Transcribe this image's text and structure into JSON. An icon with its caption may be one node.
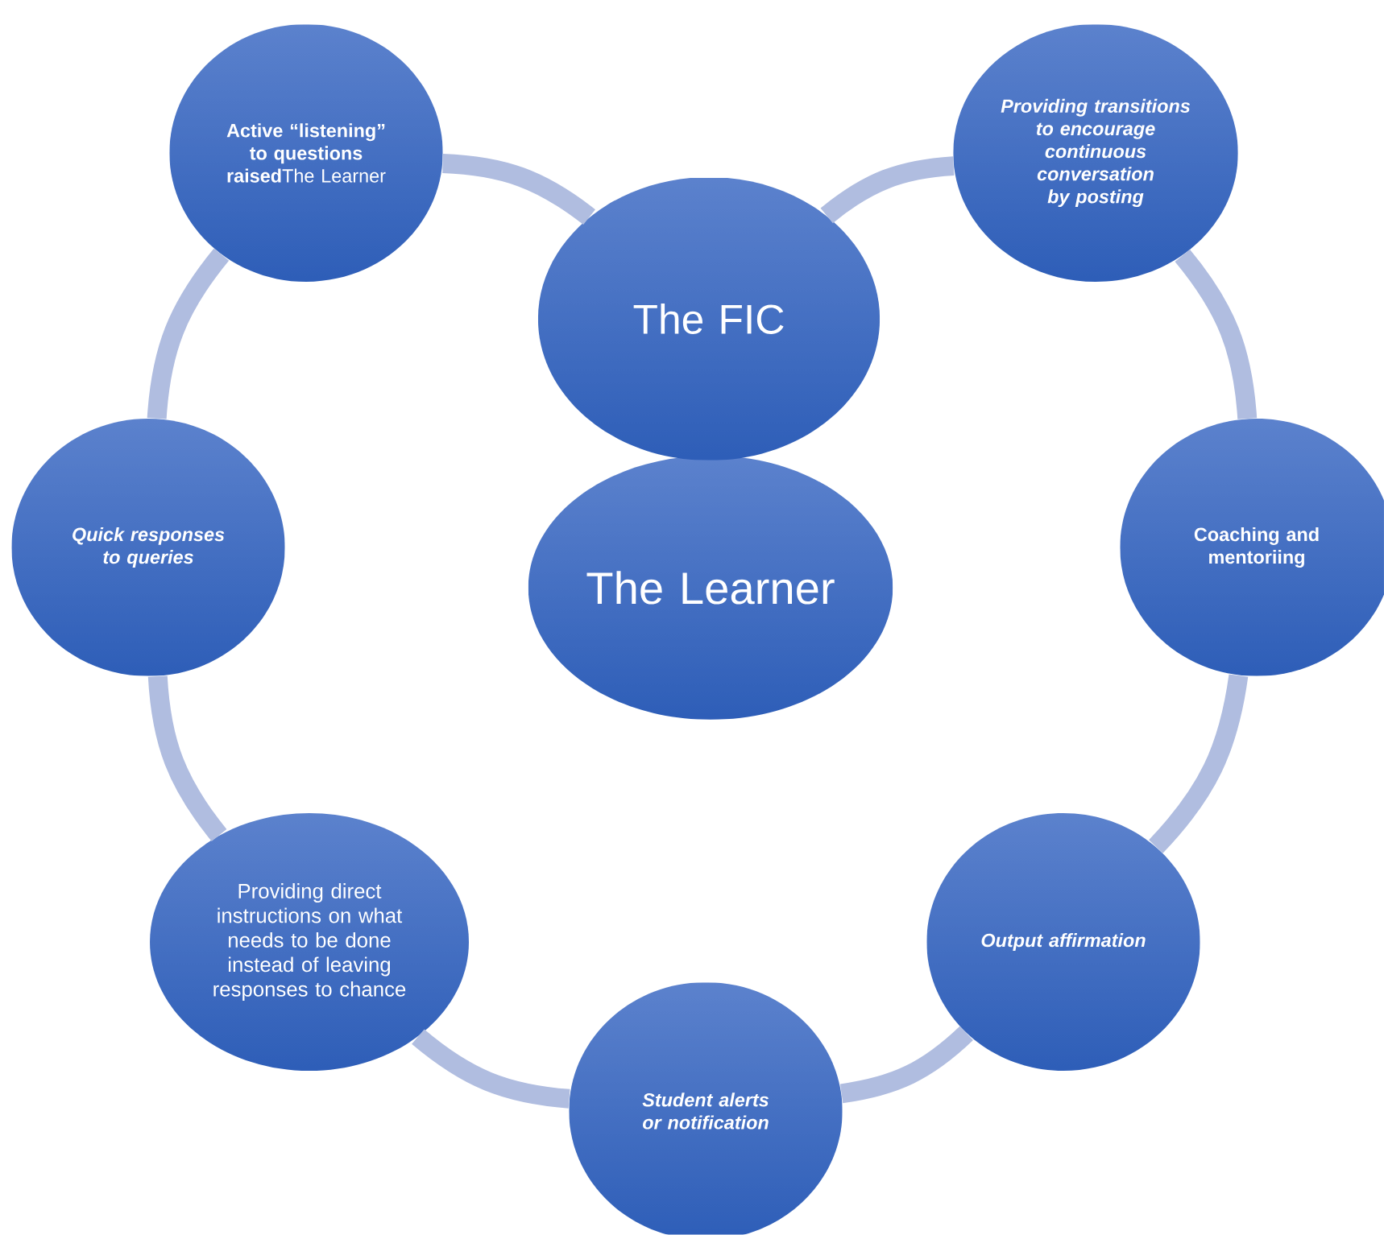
{
  "diagram": {
    "nodes": [
      {
        "text": [
          "**Active “listening” to questions raised**The Learner"
        ]
      },
      {
        "text": [
          "Providing transitions to encourage continuous conversation by posting"
        ]
      },
      {
        "text": [
          "The FIC"
        ]
      },
      {
        "text": [
          "Quick responses to queries"
        ]
      },
      {
        "text": [
          "The Learner"
        ]
      },
      {
        "text": [
          "Coaching and mentoriing"
        ]
      },
      {
        "text": [
          "Providing direct instructions on what needs to be done instead of leaving responses to chance"
        ]
      },
      {
        "text": [
          "Output affirmation"
        ]
      },
      {
        "text": [
          "Student alerts or notification"
        ]
      }
    ],
    "edges": [
      {
        "from": 0,
        "to": 2,
        "arrow": "none"
      },
      {
        "from": 2,
        "to": 1,
        "arrow": "none"
      },
      {
        "from": 1,
        "to": 5,
        "arrow": "none"
      },
      {
        "from": 5,
        "to": 7,
        "arrow": "none"
      },
      {
        "from": 7,
        "to": 8,
        "arrow": "none"
      },
      {
        "from": 8,
        "to": 6,
        "arrow": "none"
      },
      {
        "from": 6,
        "to": 3,
        "arrow": "none"
      },
      {
        "from": 3,
        "to": 0,
        "arrow": "none"
      }
    ]
  }
}
